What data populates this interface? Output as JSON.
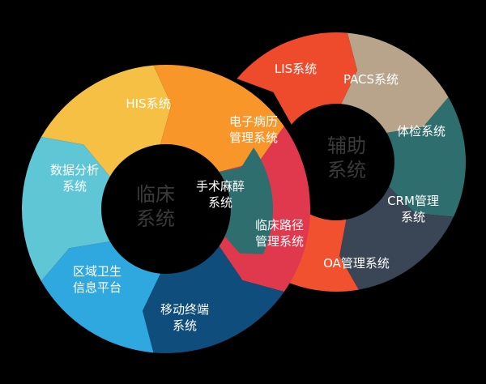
{
  "left_ring": {
    "center_lines": [
      "临床",
      "系统"
    ],
    "segments": [
      {
        "id": "his",
        "lines": [
          "HIS系统"
        ],
        "color": "#F5C044"
      },
      {
        "id": "emr",
        "lines": [
          "电子病历",
          "管理系统"
        ],
        "color": "#F8962A"
      },
      {
        "id": "clinical-path",
        "lines": [
          "临床路径",
          "管理系统"
        ],
        "color": "#E0394E"
      },
      {
        "id": "mobile",
        "lines": [
          "移动终端",
          "系统"
        ],
        "color": "#0F4E7C"
      },
      {
        "id": "regional",
        "lines": [
          "区域卫生",
          "信息平台"
        ],
        "color": "#2FA8E0"
      },
      {
        "id": "data-analysis",
        "lines": [
          "数据分析",
          "系统"
        ],
        "color": "#5FC6D6"
      }
    ],
    "inner": {
      "lines": [
        "手术麻醉",
        "系统"
      ],
      "color": "#2E6E6E"
    }
  },
  "right_ring": {
    "center_lines": [
      "辅助",
      "系统"
    ],
    "segments": [
      {
        "id": "lis",
        "lines": [
          "LIS系统"
        ],
        "color": "#EE4A2C"
      },
      {
        "id": "pacs",
        "lines": [
          "PACS系统"
        ],
        "color": "#B8A48A"
      },
      {
        "id": "checkup",
        "lines": [
          "体检系统"
        ],
        "color": "#2E6E6E"
      },
      {
        "id": "crm",
        "lines": [
          "CRM管理",
          "系统"
        ],
        "color": "#3A4555"
      },
      {
        "id": "oa",
        "lines": [
          "OA管理系统"
        ],
        "color": "#F2512F"
      }
    ]
  }
}
